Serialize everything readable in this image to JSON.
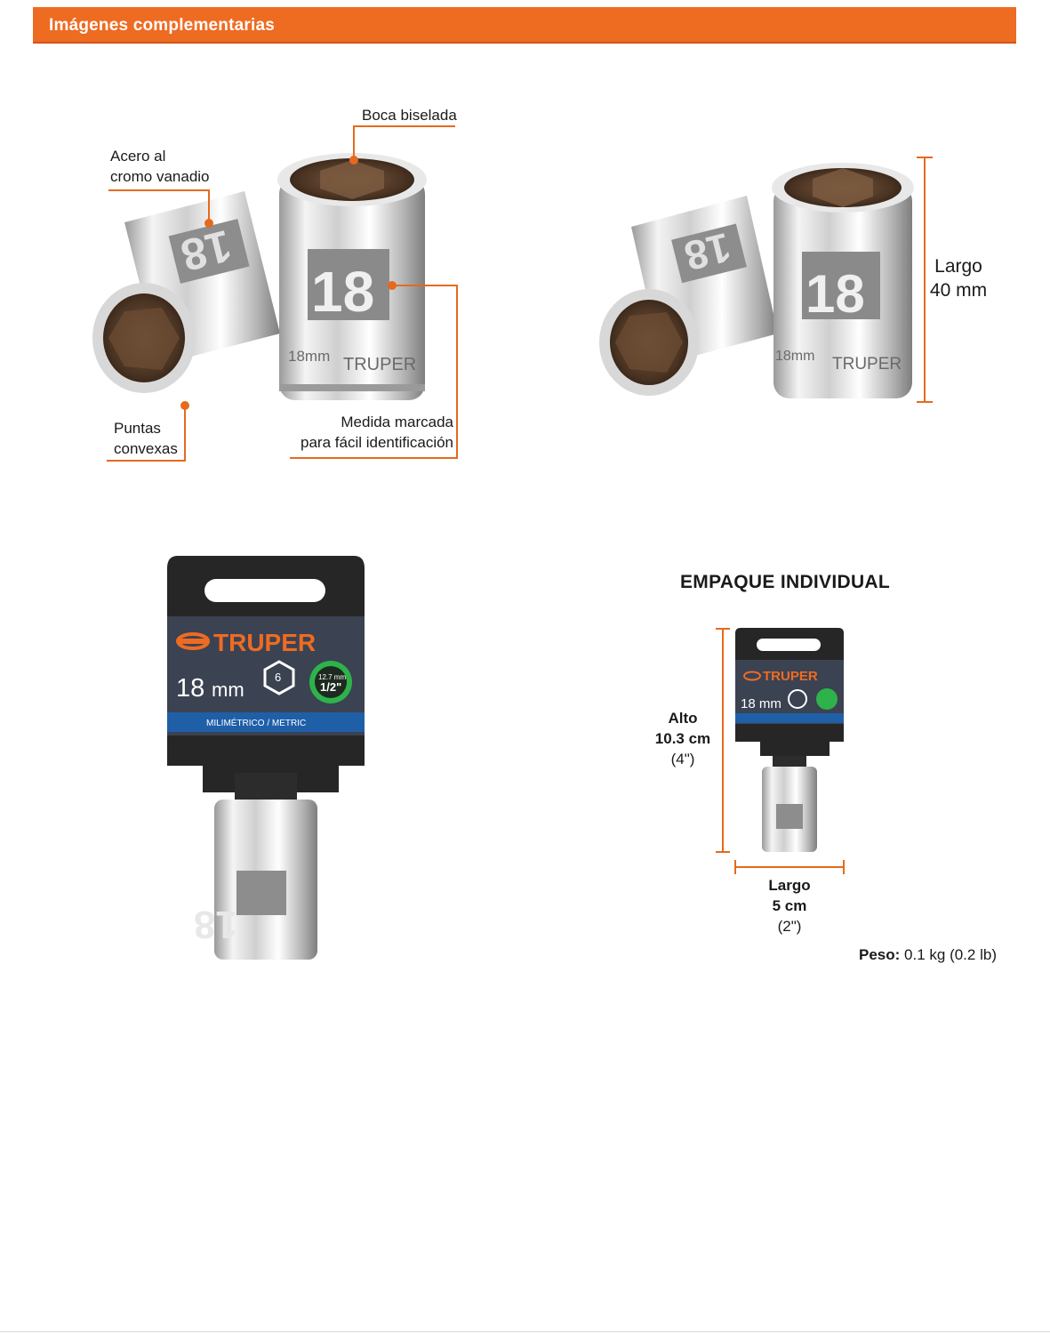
{
  "header": {
    "title": "Imágenes complementarias"
  },
  "callouts": {
    "steel": [
      "Acero al",
      "cromo vanadio"
    ],
    "bevel": "Boca biselada",
    "tips": [
      "Puntas",
      "convexas"
    ],
    "marking": [
      "Medida marcada",
      "para fácil identificación"
    ]
  },
  "socket": {
    "size_number": "18",
    "side_marking": "18mm",
    "brand_side": "TRUPER"
  },
  "dimension_socket": {
    "lines": [
      "Largo",
      "40 mm"
    ]
  },
  "card": {
    "brand": "TRUPER",
    "size_value": "18",
    "size_unit": "mm",
    "points": "6",
    "drive_mm": "12.7 mm",
    "drive_in": "1/2\"",
    "system": "MILIMÉTRICO / METRIC"
  },
  "package": {
    "title": "EMPAQUE INDIVIDUAL",
    "height": [
      "Alto",
      "10.3 cm",
      "(4\")"
    ],
    "width": [
      "Largo",
      "5 cm",
      "(2\")"
    ],
    "weight_label": "Peso:",
    "weight_value": "0.1 kg (0.2 lb)"
  },
  "colors": {
    "accent": "#ee6b22",
    "card_dark": "#2a2a2a",
    "card_band": "#3a4150",
    "card_stripe": "#1f5fa8",
    "green_badge": "#2db34a"
  }
}
